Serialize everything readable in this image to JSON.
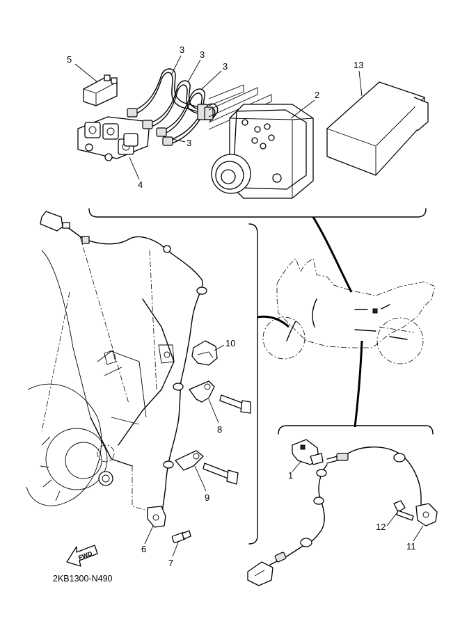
{
  "diagram_code": "2KB1300-N490",
  "fwd_arrow_text": "FWD",
  "callouts": {
    "c1": "1",
    "c2": "2",
    "c3a": "3",
    "c3b": "3",
    "c3c": "3",
    "c3d": "3",
    "c4": "4",
    "c5": "5",
    "c6": "6",
    "c7": "7",
    "c8": "8",
    "c9": "9",
    "c10": "10",
    "c11": "11",
    "c12": "12",
    "c13": "13"
  }
}
